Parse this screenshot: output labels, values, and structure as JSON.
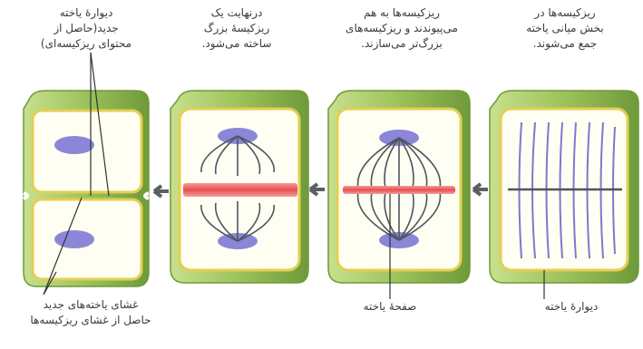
{
  "captions": {
    "step1": "ریزکیسه‌ها در\nبخش میانی یاخته\nجمع می‌شوند.",
    "step2": "ریزکیسه‌ها به هم\nمی‌پیوندند و ریزکیسه‌های\nبزرگ‌تر می‌سازند.",
    "step3": "درنهایت یک\nریزکیسهٔ بزرگ\nساخته می‌شود.",
    "step4": "دیوارهٔ یاخته\nجدید(حاصل از\nمحتوای ریزکیسه‌ای)",
    "cell_wall": "دیوارهٔ یاخته",
    "cell_plate": "صفحهٔ یاخته",
    "new_membranes": "غشای یاخته‌های جدید\nحاصل از غشای ریزکیسه‌ها"
  },
  "colors": {
    "wall": "#9cc25a",
    "wall_dark": "#6f9a3a",
    "membrane": "#e3cf52",
    "plate": "#e84f4f",
    "nucleus": "#8c86d8",
    "fiber": "#4f5560",
    "arrow": "#5a5f66"
  },
  "icons": [
    "arrow-left-icon"
  ]
}
